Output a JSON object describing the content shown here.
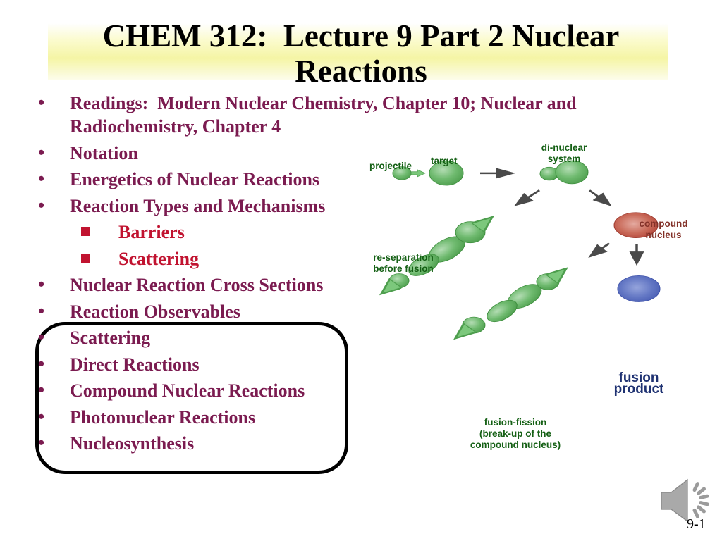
{
  "title": {
    "line1": "CHEM 312:  Lecture 9 Part 2 Nuclear",
    "line2": "Reactions"
  },
  "page_number": "9-1",
  "colors": {
    "title_highlight": "#f5f5a5",
    "bullet_main": "#7b1b50",
    "bullet_sub_red": "#c11330",
    "diagram_green_label": "#156015",
    "compound_label": "#833128",
    "fusion_product_label": "#1f3272",
    "nucleus_green": "#6fba6f",
    "compound_red": "#c96a59",
    "fusion_blue": "#6377c4",
    "arrow_gray": "#4a4a4a"
  },
  "bullets": {
    "marker_main": "•",
    "items": [
      {
        "line1": "Readings:  Modern Nuclear Chemistry, Chapter 10; Nuclear and",
        "line2": "Radiochemistry, Chapter 4"
      },
      {
        "text": "Notation"
      },
      {
        "text": "Energetics of Nuclear Reactions"
      },
      {
        "text": "Reaction Types and Mechanisms"
      },
      {
        "text": "Barriers"
      },
      {
        "text": "Scattering"
      },
      {
        "text": "Nuclear Reaction Cross Sections"
      },
      {
        "text": "Reaction Observables"
      },
      {
        "text": "Scattering"
      },
      {
        "text": "Direct Reactions"
      },
      {
        "text": "Compound Nuclear Reactions"
      },
      {
        "text": "Photonuclear Reactions"
      },
      {
        "text": "Nucleosynthesis"
      }
    ]
  },
  "diagram": {
    "labels": {
      "projectile": "projectile",
      "target": "target",
      "dinuclear1": "di-nuclear",
      "dinuclear2": "system",
      "resep1": "re-separation",
      "resep2": "before fusion",
      "compound1": "compound",
      "compound2": "nucleus",
      "fusion_product": "fusion product",
      "fission1": "fusion-fission",
      "fission2": "(break-up of the",
      "fission3": "compound nucleus)"
    }
  },
  "audio": {
    "icon": "speaker-sound-icon"
  }
}
